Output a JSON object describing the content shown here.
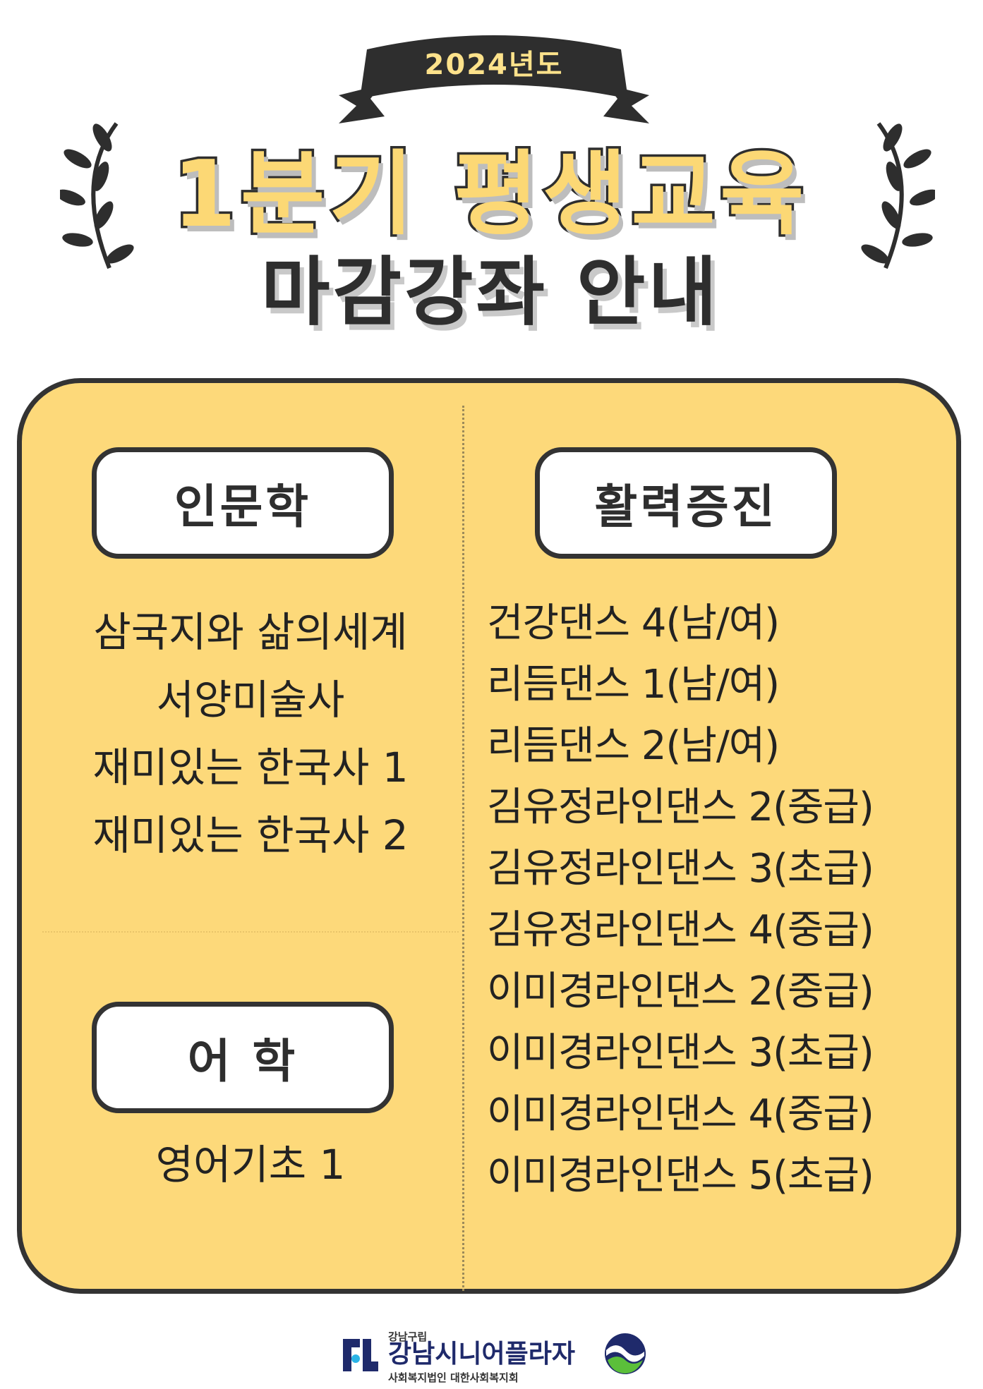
{
  "header": {
    "ribbon_text": "2024년도",
    "title": "1분기 평생교육",
    "subtitle": "마감강좌 안내"
  },
  "sections": {
    "humanities": {
      "label": "인문학",
      "items": [
        "삼국지와 삶의세계",
        "서양미술사",
        "재미있는 한국사 1",
        "재미있는 한국사 2"
      ]
    },
    "language": {
      "label": "어 학",
      "items": [
        "영어기초 1"
      ]
    },
    "vitality": {
      "label": "활력증진",
      "items": [
        "건강댄스 4(남/여)",
        "리듬댄스 1(남/여)",
        "리듬댄스 2(남/여)",
        "김유정라인댄스 2(중급)",
        "김유정라인댄스 3(초급)",
        "김유정라인댄스 4(중급)",
        "이미경라인댄스 2(중급)",
        "이미경라인댄스 3(초급)",
        "이미경라인댄스 4(중급)",
        "이미경라인댄스 5(초급)"
      ]
    }
  },
  "footer": {
    "district": "강남구립",
    "name": "강남시니어플라자",
    "operator": "사회복지법인 대한사회복지회"
  },
  "icons": [
    "ribbon-icon",
    "laurel-branch-icon",
    "plaza-mark-icon",
    "welfare-logo-icon"
  ],
  "colors": {
    "accent_yellow": "#fdd97a",
    "title_yellow": "#fcd875",
    "dark": "#333333",
    "brand_navy": "#1f2a6b"
  }
}
